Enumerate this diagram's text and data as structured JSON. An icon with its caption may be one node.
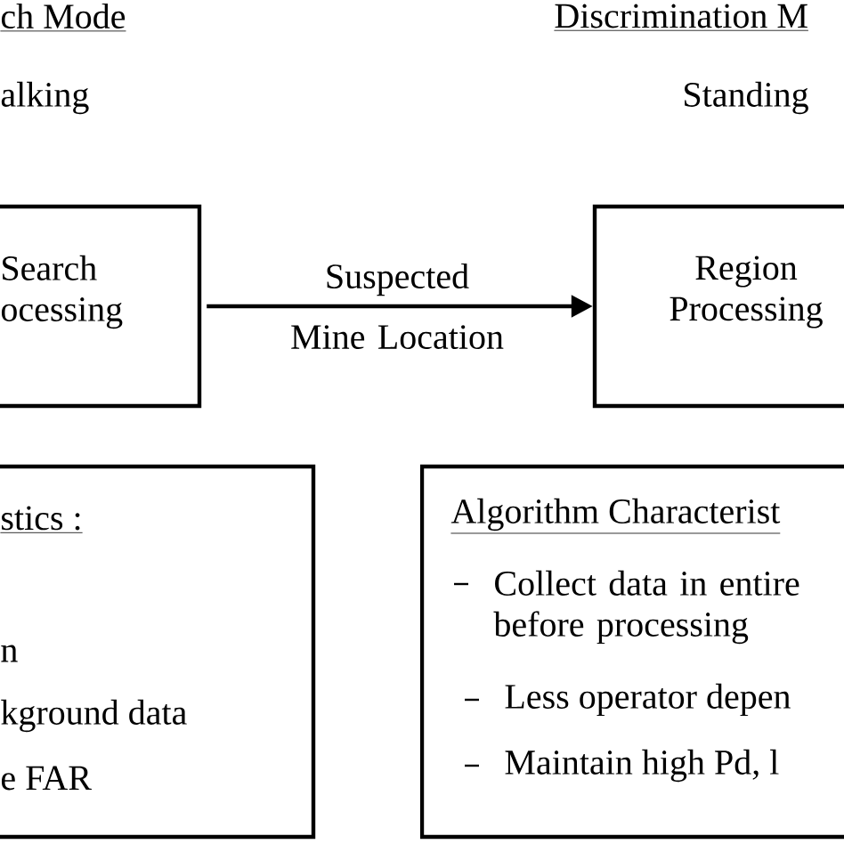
{
  "diagram": {
    "nodes": [
      {
        "text": [
          "Search ocessing"
        ]
      },
      {
        "text": [
          "Region Processing"
        ]
      },
      {
        "text": [
          "stics :",
          "n",
          "kground data",
          "e FAR"
        ]
      },
      {
        "text": [
          "Algorithm Characterist",
          "Collect data in entire before processing",
          "Less operator depen",
          "Maintain high Pd, l"
        ]
      }
    ],
    "edges": [
      {
        "from": 0,
        "to": 1,
        "arrow": "to",
        "label": "Suspected Mine Location"
      }
    ],
    "labels": [
      "ch Mode",
      "Discrimination M",
      "alking",
      "Standing"
    ]
  }
}
